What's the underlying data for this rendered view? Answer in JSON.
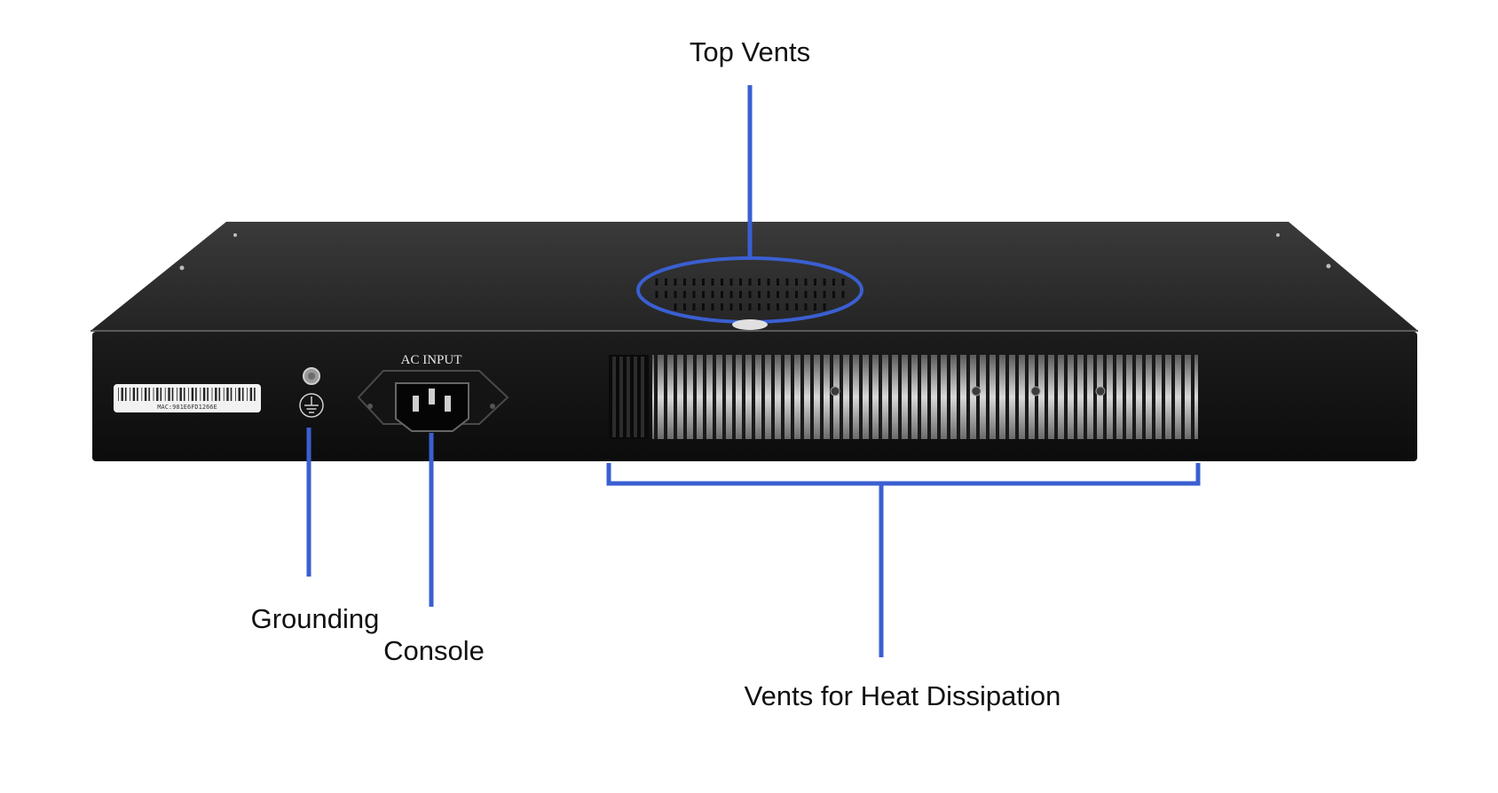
{
  "labels": {
    "top_vents": "Top Vents",
    "grounding": "Grounding",
    "console": "Console",
    "heat_vents": "Vents for Heat Dissipation"
  },
  "device": {
    "ac_input_label": "AC INPUT",
    "mac_label": "MAC:981E6FD1266E"
  },
  "colors": {
    "callout": "#3a5fd1",
    "chassis_top": "#2b2b2b",
    "chassis_front": "#161616",
    "label_text": "#111111"
  }
}
